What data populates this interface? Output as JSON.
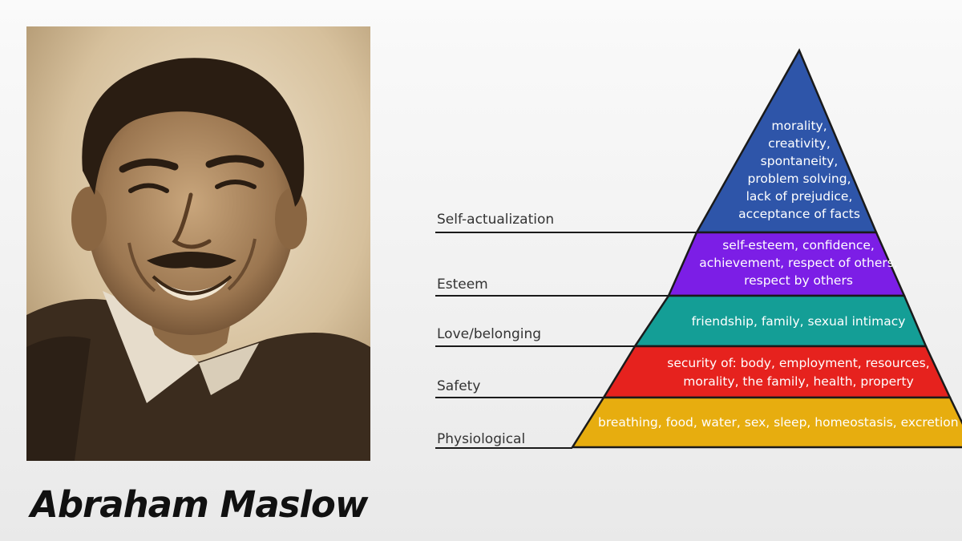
{
  "person": {
    "name": "Abraham Maslow"
  },
  "colors": {
    "self_actualization": "#2e55a9",
    "esteem": "#7c1ee6",
    "love_belonging": "#149e96",
    "safety": "#e6221e",
    "physiological": "#e7ad0f",
    "outline": "#1a1a1a",
    "label_text": "#333333"
  },
  "pyramid": {
    "levels": [
      {
        "id": "self_actualization",
        "label": "Self-actualization",
        "lines": [
          "morality,",
          "creativity,",
          "spontaneity,",
          "problem solving,",
          "lack of prejudice,",
          "acceptance of facts"
        ]
      },
      {
        "id": "esteem",
        "label": "Esteem",
        "lines": [
          "self-esteem, confidence,",
          "achievement, respect of others,",
          "respect by others"
        ]
      },
      {
        "id": "love_belonging",
        "label": "Love/belonging",
        "lines": [
          "friendship, family, sexual intimacy"
        ]
      },
      {
        "id": "safety",
        "label": "Safety",
        "lines": [
          "security of: body, employment, resources,",
          "morality, the family, health, property"
        ]
      },
      {
        "id": "physiological",
        "label": "Physiological",
        "lines": [
          "breathing, food, water, sex, sleep, homeostasis, excretion"
        ]
      }
    ]
  }
}
